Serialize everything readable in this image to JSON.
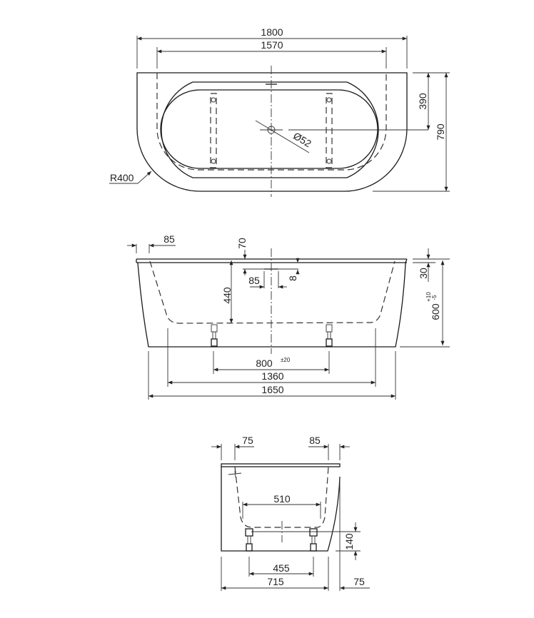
{
  "top_view": {
    "overall_length": "1800",
    "inner_length": "1570",
    "half_width": "390",
    "overall_width": "790",
    "drain_diameter": "Ø52",
    "corner_radius": "R400"
  },
  "side_view": {
    "rim_offset_left": "85",
    "overflow_height": "70",
    "overflow_width": "85",
    "overflow_depth": "8",
    "inner_depth": "440",
    "rim_thickness": "30",
    "overall_height": "600",
    "overall_height_tol_plus": "+10",
    "overall_height_tol_minus": "-5",
    "feet_spacing": "800",
    "feet_spacing_tol": "±20",
    "inner_bottom_length": "1360",
    "base_length": "1650"
  },
  "end_view": {
    "rim_offset_left": "75",
    "rim_offset_right": "85",
    "inner_bottom_width": "510",
    "floor_clearance": "140",
    "feet_spacing": "455",
    "base_width": "715",
    "back_offset": "75"
  }
}
